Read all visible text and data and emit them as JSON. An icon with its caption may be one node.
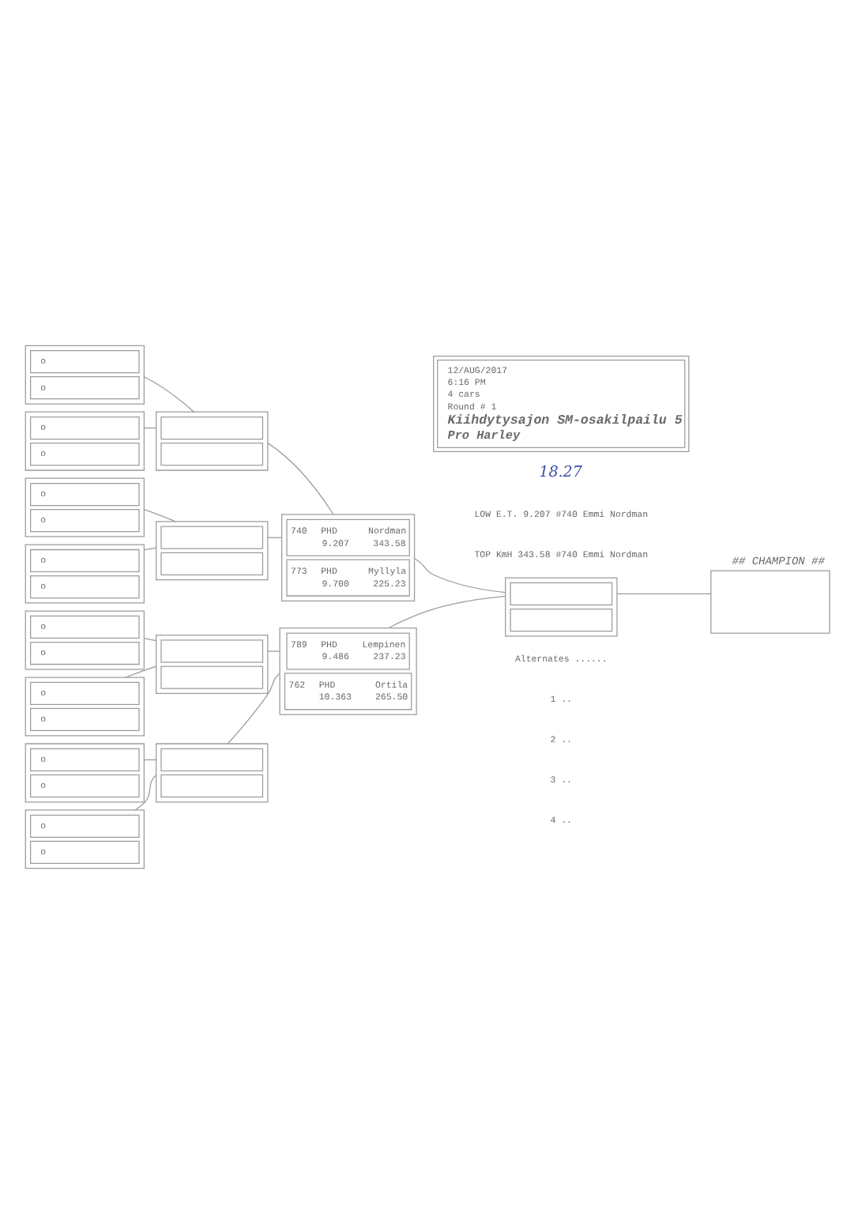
{
  "diagram": {
    "nodes": [
      {
        "text": [
          "12/AUG/2017",
          "6:16 PM",
          "4 cars",
          "Round # 1",
          "Kiihdytysajon SM-osakilpailu 5",
          "Pro Harley"
        ]
      },
      {
        "text": [],
        "shape": "box"
      },
      {
        "text": [
          "o"
        ],
        "in": 1
      },
      {
        "text": [
          "o"
        ],
        "in": 1
      },
      {
        "text": [],
        "shape": "box"
      },
      {
        "text": [
          "o"
        ],
        "in": 4
      },
      {
        "text": [
          "o"
        ],
        "in": 4
      },
      {
        "text": [],
        "shape": "box"
      },
      {
        "text": [
          "o"
        ],
        "in": 7
      },
      {
        "text": [
          "o"
        ],
        "in": 7
      },
      {
        "text": [],
        "shape": "box"
      },
      {
        "text": [
          "o"
        ],
        "in": 10
      },
      {
        "text": [
          "o"
        ],
        "in": 10
      },
      {
        "text": [],
        "shape": "box"
      },
      {
        "text": [
          "o"
        ],
        "in": 13
      },
      {
        "text": [
          "o"
        ],
        "in": 13
      },
      {
        "text": [],
        "shape": "box"
      },
      {
        "text": [
          "o"
        ],
        "in": 16
      },
      {
        "text": [
          "o"
        ],
        "in": 16
      },
      {
        "text": [],
        "shape": "box"
      },
      {
        "text": [
          "o"
        ],
        "in": 19
      },
      {
        "text": [
          "o"
        ],
        "in": 19
      },
      {
        "text": [],
        "shape": "box"
      },
      {
        "text": [
          "o"
        ],
        "in": 22
      },
      {
        "text": [
          "o"
        ],
        "in": 22
      },
      {
        "text": [],
        "shape": "box"
      },
      {
        "text": [],
        "shape": "box",
        "in": 25
      },
      {
        "text": [],
        "shape": "box",
        "in": 25
      },
      {
        "text": [],
        "shape": "box"
      },
      {
        "text": [],
        "shape": "box",
        "in": 28
      },
      {
        "text": [],
        "shape": "box",
        "in": 28
      },
      {
        "text": [],
        "shape": "box"
      },
      {
        "text": [],
        "shape": "box",
        "in": 31
      },
      {
        "text": [],
        "shape": "box",
        "in": 31
      },
      {
        "text": [],
        "shape": "box"
      },
      {
        "text": [],
        "shape": "box",
        "in": 34
      },
      {
        "text": [],
        "shape": "box",
        "in": 34
      },
      {
        "text": [],
        "shape": "box"
      },
      {
        "text": [
          "740",
          "PHD",
          "9.207",
          "Nordman",
          "343.58"
        ],
        "in": 37
      },
      {
        "text": [
          "773",
          "PHD",
          "9.700",
          "Myllyla",
          "225.23"
        ],
        "in": 37
      },
      {
        "text": [],
        "shape": "box"
      },
      {
        "text": [
          "789",
          "PHD",
          "9.486",
          "Lempinen",
          "237.23"
        ],
        "in": 40
      },
      {
        "text": [
          "762",
          "PHD",
          "10.363",
          "Ortila",
          "265.50"
        ],
        "in": 40
      },
      {
        "text": [],
        "shape": "box"
      },
      {
        "text": [],
        "shape": "box",
        "in": 43
      },
      {
        "text": [],
        "shape": "box",
        "in": 43
      },
      {
        "text": [
          "## CHAMPION ##"
        ]
      }
    ],
    "edges": [
      {
        "from": 1,
        "to": 25,
        "arrow": "none"
      },
      {
        "from": 4,
        "to": 25,
        "arrow": "none"
      },
      {
        "from": 7,
        "to": 28,
        "arrow": "none"
      },
      {
        "from": 10,
        "to": 28,
        "arrow": "none"
      },
      {
        "from": 13,
        "to": 31,
        "arrow": "none"
      },
      {
        "from": 16,
        "to": 31,
        "arrow": "none"
      },
      {
        "from": 19,
        "to": 34,
        "arrow": "none"
      },
      {
        "from": 22,
        "to": 34,
        "arrow": "none"
      },
      {
        "from": 25,
        "to": 37,
        "arrow": "none"
      },
      {
        "from": 28,
        "to": 37,
        "arrow": "none"
      },
      {
        "from": 31,
        "to": 40,
        "arrow": "none"
      },
      {
        "from": 34,
        "to": 40,
        "arrow": "none"
      },
      {
        "from": 37,
        "to": 43,
        "arrow": "none"
      },
      {
        "from": 40,
        "to": 43,
        "arrow": "none"
      },
      {
        "from": 43,
        "to": 46,
        "arrow": "none"
      }
    ],
    "labels": [
      "18.27",
      "LOW E.T. 9.207 #740 Emmi Nordman",
      "TOP KmH 343.58 #740 Emmi Nordman",
      "Alternates ......",
      "1 ..",
      "2 ..",
      "3 ..",
      "4 .."
    ]
  }
}
